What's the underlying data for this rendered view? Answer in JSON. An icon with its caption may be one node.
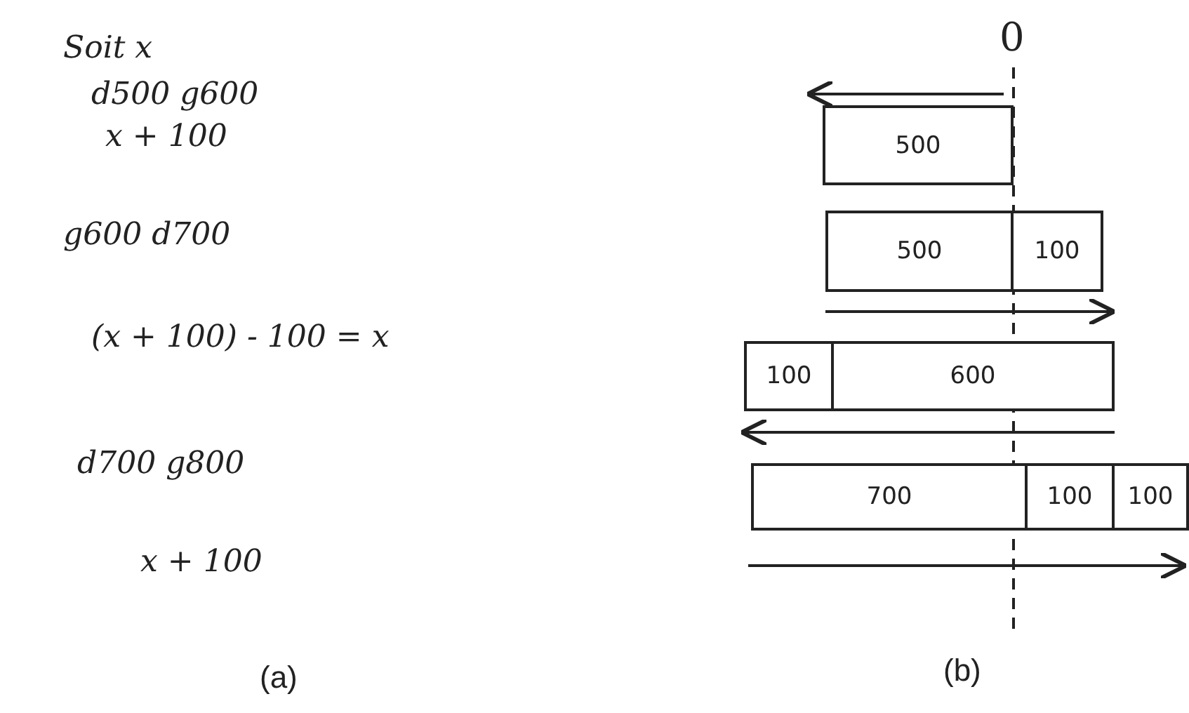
{
  "diagram": {
    "nodes": [
      {
        "text": [
          "500"
        ]
      },
      {
        "text": [
          "500"
        ]
      },
      {
        "text": [
          "100"
        ]
      },
      {
        "text": [
          "100"
        ]
      },
      {
        "text": [
          "600"
        ]
      },
      {
        "text": [
          "700"
        ]
      },
      {
        "text": [
          "100"
        ]
      },
      {
        "text": [
          "100"
        ]
      }
    ],
    "edges": [],
    "labels": [
      "Soit x",
      "d500 g600",
      "x + 100",
      "g600 d700",
      "(x + 100) - 100 = x",
      "d700 g800",
      "x + 100",
      "0",
      "(a)",
      "(b)"
    ]
  }
}
